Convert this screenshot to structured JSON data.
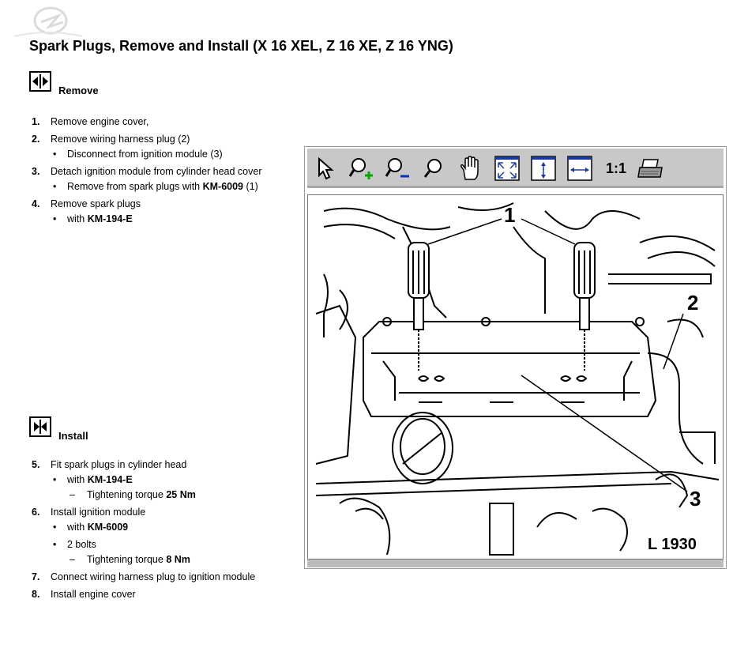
{
  "title": "Spark Plugs, Remove and Install (X 16 XEL, Z 16 XE, Z 16 YNG)",
  "remove": {
    "label": "Remove",
    "steps": [
      {
        "num": "1.",
        "text": "Remove engine cover,"
      },
      {
        "num": "2.",
        "text": "Remove wiring harness plug (2)",
        "sub": "Disconnect from ignition module (3)"
      },
      {
        "num": "3.",
        "text": "Detach ignition module from cylinder head cover",
        "sub_pre": "Remove from spark plugs with ",
        "sub_tool": "KM-6009",
        "sub_post": " (1)"
      },
      {
        "num": "4.",
        "text": "Remove spark plugs",
        "sub_pre": "with ",
        "sub_tool": "KM-194-E"
      }
    ]
  },
  "install": {
    "label": "Install",
    "steps": [
      {
        "num": "5.",
        "text": "Fit spark plugs in cylinder head",
        "sub_pre": "with ",
        "sub_tool": "KM-194-E",
        "subsub_pre": "Tightening torque ",
        "subsub_val": "25 Nm"
      },
      {
        "num": "6.",
        "text": "Install ignition module",
        "sub_pre": "with ",
        "sub_tool": "KM-6009",
        "sub2": "2 bolts",
        "subsub_pre": "Tightening torque ",
        "subsub_val": "8 Nm"
      },
      {
        "num": "7.",
        "text": "Connect wiring harness plug to ignition module"
      },
      {
        "num": "8.",
        "text": "Install engine cover"
      }
    ]
  },
  "viewer": {
    "tools": [
      "pointer-icon",
      "zoom-in-icon",
      "zoom-out-icon",
      "zoom-icon",
      "pan-hand-icon",
      "fit-page-icon",
      "fit-height-icon",
      "fit-width-icon",
      "actual-size",
      "print-icon"
    ],
    "actual_size_label": "1:1",
    "figure": {
      "callouts": [
        "1",
        "2",
        "3"
      ],
      "reference": "L 1930"
    }
  }
}
